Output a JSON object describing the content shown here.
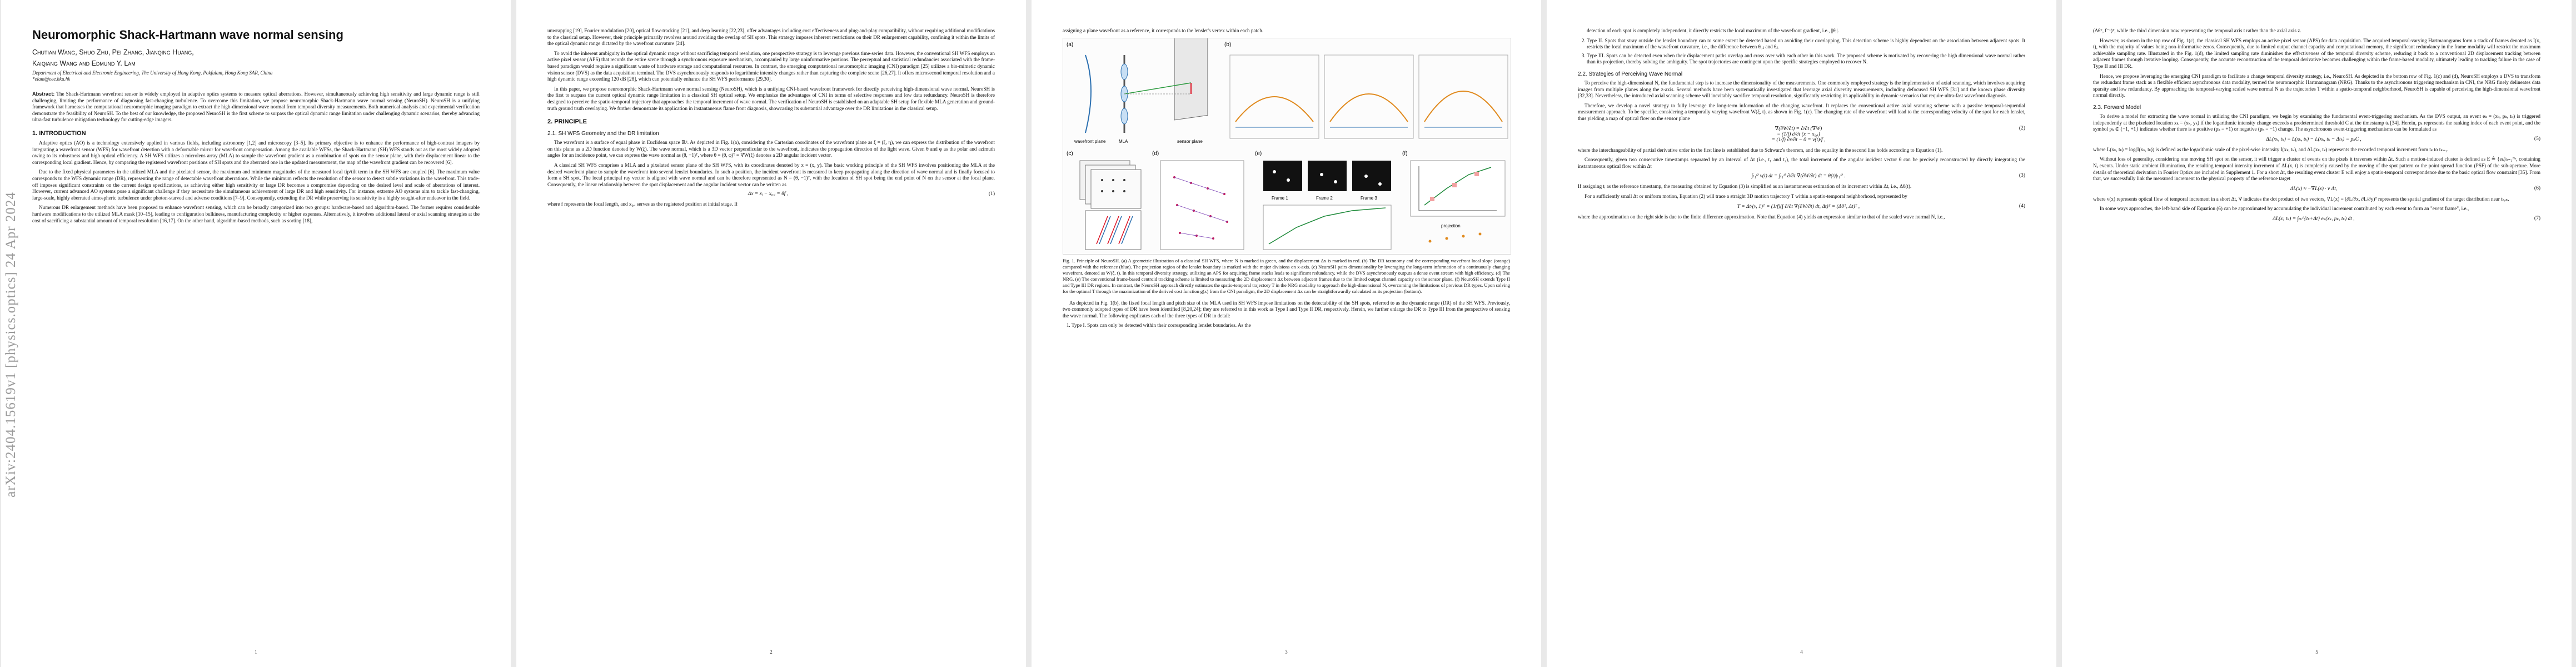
{
  "arxiv_id": "arXiv:2404.15619v1  [physics.optics]  24 Apr 2024",
  "page1": {
    "title": "Neuromorphic Shack-Hartmann wave normal sensing",
    "authors_line1": "Chutian Wang, Shuo Zhu, Pei Zhang, Jianqing Huang,",
    "authors_line2": "Kaiqiang Wang and Edmund Y. Lam",
    "affiliation": "Department of Electrical and Electronic Engineering, The University of Hong Kong, Pokfulam, Hong Kong SAR, China",
    "email": "*elam@eee.hku.hk",
    "abstract_label": "Abstract:",
    "abstract": "The Shack-Hartmann wavefront sensor is widely employed in adaptive optics systems to measure optical aberrations. However, simultaneously achieving high sensitivity and large dynamic range is still challenging, limiting the performance of diagnosing fast-changing turbulence. To overcome this limitation, we propose neuromorphic Shack-Hartmann wave normal sensing (NeuroSH). NeuroSH is a unifying framework that harnesses the computational neuromorphic imaging paradigm to extract the high-dimensional wave normal from temporal diversity measurements. Both numerical analysis and experimental verification demonstrate the feasibility of NeuroSH. To the best of our knowledge, the proposed NeuroSH is the first scheme to surpass the optical dynamic range limitation under challenging dynamic scenarios, thereby advancing ultra-fast turbulence mitigation technology for cutting-edge imagers.",
    "sec1": "1.  INTRODUCTION",
    "intro1": "Adaptive optics (AO) is a technology extensively applied in various fields, including astronomy [1,2] and microscopy [3–5]. Its primary objective is to enhance the performance of high-contrast imagers by integrating a wavefront sensor (WFS) for wavefront detection with a deformable mirror for wavefront compensation. Among the available WFSs, the Shack-Hartmann (SH) WFS stands out as the most widely adopted owing to its robustness and high optical efficiency. A SH WFS utilizes a microlens array (MLA) to sample the wavefront gradient as a combination of spots on the sensor plane, with their displacement linear to the corresponding local gradient. Hence, by comparing the registered wavefront positions of SH spots and the aberrated one in the updated measurement, the map of the wavefront gradient can be recovered [6].",
    "intro2": "Due to the fixed physical parameters in the utilized MLA and the pixelated sensor, the maximum and minimum magnitudes of the measured local tip/tilt term in the SH WFS are coupled [6]. The maximum value corresponds to the WFS dynamic range (DR), representing the range of detectable wavefront aberrations. While the minimum reflects the resolution of the sensor to detect subtle variations in the wavefront. This trade-off imposes significant constraints on the current design specifications, as achieving either high sensitivity or large DR becomes a compromise depending on the desired level and scale of aberrations of interest. However, current advanced AO systems pose a significant challenge if they necessitate the simultaneous achievement of large DR and high sensitivity. For instance, extreme AO systems aim to tackle fast-changing, large-scale, highly aberrated atmospheric turbulence under photon-starved and adverse conditions [7–9]. Consequently, extending the DR while preserving its sensitivity is a highly sought-after endeavor in the field.",
    "intro3": "Numerous DR enlargement methods have been proposed to enhance wavefront sensing, which can be broadly categorized into two groups: hardware-based and algorithm-based. The former requires considerable hardware modifications to the utilized MLA mask [10–15], leading to configuration bulkiness, manufacturing complexity or higher expenses. Alternatively, it involves additional lateral or axial scanning strategies at the cost of sacrificing a substantial amount of temporal resolution [16,17]. On the other hand, algorithm-based methods, such as sorting [18],",
    "page_number": "1"
  },
  "page2": {
    "para1": "unwrapping [19], Fourier modulation [20], optical flow-tracking [21], and deep learning [22,23], offer advantages including cost effectiveness and plug-and-play compatibility, without requiring additional modifications to the classical setup. However, their principle primarily revolves around avoiding the overlap of SH spots. This strategy imposes inherent restrictions on their DR enlargement capability, confining it within the limits of the optical dynamic range dictated by the wavefront curvature [24].",
    "para2": "To avoid the inherent ambiguity in the optical dynamic range without sacrificing temporal resolution, one prospective strategy is to leverage previous time-series data. However, the conventional SH WFS employs an active pixel sensor (APS) that records the entire scene through a synchronous exposure mechanism, accompanied by large uninformative portions. The perceptual and statistical redundancies associated with the frame-based paradigm would require a significant waste of hardware storage and computational resources. In contrast, the emerging computational neuromorphic imaging (CNI) paradigm [25] utilizes a bio-mimetic dynamic vision sensor (DVS) as the data acquisition terminal. The DVS asynchronously responds to logarithmic intensity changes rather than capturing the complete scene [26,27]. It offers microsecond temporal resolution and a high dynamic range exceeding 120 dB [28], which can potentially enhance the SH WFS performance [29,30].",
    "para3": "In this paper, we propose neuromorphic Shack-Hartmann wave normal sensing (NeuroSH), which is a unifying CNI-based wavefront framework for directly perceiving high-dimensional wave normal. NeuroSH is the first to surpass the current optical dynamic range limitation in a classical SH optical setup. We emphasize the advantages of CNI in terms of selective responses and low data redundancy. NeuroSH is therefore designed to perceive the spatio-temporal trajectory that approaches the temporal increment of wave normal. The verification of NeuroSH is established on an adaptable SH setup for flexible MLA generation and ground-truth ground truth overlaying. We further demonstrate its application in instantaneous flame front diagnosis, showcasing its substantial advantage over the DR limitations in the classical setup.",
    "sec2": "2.  PRINCIPLE",
    "sub21": "2.1.  SH WFS Geometry and the DR limitation",
    "para4": "The wavefront is a surface of equal phase in Euclidean space ℝ³. As depicted in Fig. 1(a), considering the Cartesian coordinates of the wavefront plane as ξ = (ξ, η), we can express the distribution of the wavefront on this plane as a 2D function denoted by W(ξ). The wave normal, which is a 3D vector perpendicular to the wavefront, indicates the propagation direction of the light wave. Given θ and φ as the polar and azimuth angles for an incidence point, we can express the wave normal as (θ, −1)ᵀ, where θ = (θ, φ)ᵀ = ∇W(ξ) denotes a 2D angular incident vector.",
    "para5": "A classical SH WFS comprises a MLA and a pixelated sensor plane of the SH WFS, with its coordinates denoted by x = (x, y). The basic working principle of the SH WFS involves positioning the MLA at the desired wavefront plane to sample the wavefront into several lenslet boundaries. In such a position, the incident wavefront is measured to keep propagating along the direction of wave normal and is finally focused to form a SH spot. The local principal ray vector is aligned with wave normal and can be therefore represented as N = (θ, −1)ᵀ, with the location of SH spot being the end point of N on the sensor at the focal plane. Consequently, the linear relationship between the spot displacement and the angular incident vector can be written as",
    "eq1": "Δx = xᵢ − x₀,ᵢ = θf ,",
    "eq1_num": "(1)",
    "para6": "where f represents the focal length, and x₀,ᵢ serves as the registered position at initial stage. If",
    "page_number": "2"
  },
  "page3": {
    "para1": "assigning a plane wavefront as a reference, it corresponds to the lenslet's vertex within each patch.",
    "fig_labels": {
      "a": "(a)",
      "b": "(b)",
      "c": "(c)",
      "d": "(d)",
      "e": "(e)",
      "f": "(f)",
      "frame1": "Frame 1",
      "frame2": "Frame 2",
      "frame3": "Frame 3",
      "t1": "t₁",
      "t2": "t₂",
      "t3": "t₃",
      "t4": "t₄",
      "wavefront": "wavefront plane",
      "mla": "MLA",
      "sensor": "sensor plane",
      "projection": "projection"
    },
    "caption": "Fig. 1. Principle of NeuroSH. (a) A geometric illustration of a classical SH WFS, where N is marked in green, and the displacement Δx is marked in red. (b) The DR taxonomy and the corresponding wavefront local slope (orange) compared with the reference (blue). The projection region of the lenslet boundary is marked with the major divisions on x-axis. (c) NeuroSH pairs dimensionality by leveraging the long-term information of a continuously changing wavefront, denoted as W(ξ, t). In this temporal diversity strategy, utilizing an APS for acquiring frame stacks leads to significant redundancy, while the DVS asynchronously outputs a dense event stream with high efficiency. (d) The NRG. (e) The conventional frame-based centroid tracking scheme is limited to measuring the 2D displacement Δx between adjacent frames due to the limited output channel capacity on the sensor plane. (f) NeuroSH extends Type II and Type III DR regions. In contrast, the NeuroSH approach directly estimates the spatio-temporal trajectory T in the NRG modality to approach the high-dimensional N, overcoming the limitations of previous DR types. Upon solving for the optimal T through the maximization of the derived cost function g(x) from the CNI paradigm, the 2D displacement Δx can be straightforwardly calculated as its projection (bottom).",
    "para2": "As depicted in Fig. 1(b), the fixed focal length and pitch size of the MLA used in SH WFS impose limitations on the detectability of the SH spots, referred to as the dynamic range (DR) of the SH WFS. Previously, two commonly adopted types of DR have been identified [8,20,24]; they are referred to in this work as Type I and Type II DR, respectively. Herein, we further enlarge the DR to Type III from the perspective of sensing the wave normal. The following explicates each of the three types of DR in detail:",
    "list1": "Type I. Spots can only be detected within their corresponding lenslet boundaries. As the",
    "page_number": "3"
  },
  "page4": {
    "para1": "detection of each spot is completely independent, it directly restricts the local maximum of the wavefront gradient, i.e., ||θ||.",
    "list2": "Type II. Spots that stray outside the lenslet boundary can to some extent be detected based on avoiding their overlapping. This detection scheme is highly dependent on the association between adjacent spots. It restricts the local maximum of the wavefront curvature, i.e., the difference between θᵢ,ⱼ and θⱼ.",
    "list3": "Type III. Spots can be detected even when their displacement paths overlap and cross over with each other in this work. The proposed scheme is motivated by recovering the high dimensional wave normal rather than its projection, thereby solving the ambiguity. The spot trajectories are contingent upon the specific strategies employed to recover N.",
    "sub22": "2.2.  Strategies of Perceiving Wave Normal",
    "para2": "To perceive the high-dimensional N, the fundamental step is to increase the dimensionality of the measurements. One commonly employed strategy is the implementation of axial scanning, which involves acquiring images from multiple planes along the z-axis. Several methods have been systematically investigated that leverage axial diversity measurements, including defocused SH WFS [31] and the known phase diversity [32,33]. Nevertheless, the introduced axial scanning scheme will inevitably sacrifice temporal resolution, significantly restricting its applicability in dynamic scenarios that require ultra-fast wavefront diagnosis.",
    "para3": "Therefore, we develop a novel strategy to fully leverage the long-term information of the changing wavefront. It replaces the conventional active axial scanning scheme with a passive temporal-sequential measurement approach. To be specific, considering a temporally varying wavefront W(ξ, t), as shown in Fig. 1(c). The changing rate of the wavefront will lead to the corresponding velocity of the spot for each lenslet, thus yielding a map of optical flow on the sensor plane",
    "eq2a": "∇(∂W/∂t) = ∂/∂t (∇W)",
    "eq2b": "= (1/f) ∂/∂t (x − x₀,ᵢ)",
    "eq2c": "= (1/f) ∂x/∂t − 0 = v(t)/f ,",
    "eq2_num": "(2)",
    "para4": "where the interchangeability of partial derivative order in the first line is established due to Schwarz's theorem, and the equality in the second line holds according to Equation (1).",
    "para5": "Consequently, given two consecutive timestamps separated by an interval of Δt (i.e., t₁ and t₂), the total increment of the angular incident vector θ can be precisely reconstructed by directly integrating the instantaneous optical flow within Δt",
    "eq3": "∫ₜ₁ᵗ² v(t) dt = ∫ₜ₁ᵗ² ∂/∂t ∇(∂W/∂t) dt = θ(t)|ₜ₁ᵗ² .",
    "eq3_num": "(3)",
    "para6": "If assigning tᵢ as the reference timestamp, the measuring obtained by Equation (3) is simplified as an instantaneous estimation of its increment within Δt, i.e., Δθ(t).",
    "para7": "For a sufficiently small Δt or uniform motion, Equation (2) will trace a straight 3D motion trajectory T within a spatio-temporal neighborhood, represented by",
    "eq4": "T = Δt·(v, 1)ᵀ = (1/f)(∫ ∂/∂t ∇(∂W/∂t) dt, Δt)ᵀ = (Δθᵀ, Δt)ᵀ ,",
    "eq4_num": "(4)",
    "para8": "where the approximation on the right side is due to the finite difference approximation. Note that Equation (4) yields an expression similar to that of the scaled wave normal N, i.e.,",
    "page_number": "4"
  },
  "page5": {
    "para1": "(Δθᵀ, f⁻¹)ᵀ, while the third dimension now representing the temporal axis t rather than the axial axis z.",
    "para2": "However, as shown in the top row of Fig. 1(c), the classical SH WFS employs an active pixel sensor (APS) for data acquisition. The acquired temporal-varying Hartmanngrams form a stack of frames denoted as I(x, t), with the majority of values being non-informative zeros. Consequently, due to limited output channel capacity and computational memory, the significant redundancy in the frame modality will restrict the maximum achievable sampling rate. Illustrated in the Fig. 1(d), the limited sampling rate diminishes the effectiveness of the temporal diversity scheme, reducing it back to a conventional 2D displacement tracking between adjacent frames through iterative looping. Consequently, the accurate reconstruction of the temporal derivative becomes challenging within the frame-based modality, ultimately leading to tracking failure in the case of Type II and III DR.",
    "para3": "Hence, we propose leveraging the emerging CNI paradigm to facilitate a change temporal diversity strategy, i.e., NeuroSH. As depicted in the bottom row of Fig. 1(c) and (d), NeuroSH employs a DVS to transform the redundant frame stack as a flexible efficient asynchronous data modality, termed the neuromorphic Hartmanngram (NRG). Thanks to the asynchronous triggering mechanism in CNI, the NRG finely delineates data sparsity and low redundancy. By approaching the temporal-varying scaled wave normal N as the trajectories T within a spatio-temporal neighborhood, NeuroSH is capable of perceiving the high-dimensional wavefront normal directly.",
    "sub23": "2.3.  Forward Model",
    "para4": "To derive a model for extracting the wave normal in utilizing the CNI paradigm, we begin by examining the fundamental event-triggering mechanism. As the DVS output, an event eₖ = (xₖ, pₖ, tₖ) is triggered independently at the pixelated location xₖ = (xₖ, yₖ) if the logarithmic intensity change exceeds a predetermined threshold C at the timestamp tₖ [34]. Herein, pₖ represents the ranking index of each event point, and the symbol pₖ ∈ {−1, +1} indicates whether there is a positive (pₖ = +1) or negative (pₖ = −1) change. The asynchronous event-triggering mechanisms can be formulated as",
    "eq5": "ΔL(xₖ, tₖ) = L(xₖ, tₖ) − L(xₖ, tₖ − Δtₖ) = pₖC ,",
    "eq5_num": "(5)",
    "para5": "where L(xₖ, tₖ) = log(I(xₖ, tₖ)) is defined as the logarithmic scale of the pixel-wise intensity I(xₖ, tₖ), and ΔL(xₖ, tₖ) represents the recorded temporal increment from tₖ to tₖ₊₁.",
    "para6": "Without loss of generality, considering one moving SH spot on the sensor, it will trigger a cluster of events on the pixels it traverses within Δt. Such a motion-induced cluster is defined as E ≜ {eₖ}ₖ₌₁ᴺᵉ, containing Nₑ events. Under static ambient illumination, the resulting temporal intensity increment of ΔL(x, t) is completely caused by the moving of the spot pattern or the point spread function (PSF) of the sub-aperture. More details of theoretical derivation in Fourier Optics are included in Supplement 1. For a short Δt, the resulting event cluster E will enjoy a spatio-temporal correspondence due to the basic optical flow constraint [35]. From that, we successfully link the measured increment to the physical property of the reference target",
    "eq6": "ΔL(x) ≈ −∇L(x) · v Δt,",
    "eq6_num": "(6)",
    "para7": "where v(x) represents optical flow of temporal increment in a short Δt, ∇ indicates the dot product of two vectors, ∇L(x) = (∂L/∂x, ∂L/∂y)ᵀ represents the spatial gradient of the target distribution near tₖ,ₙ.",
    "para8": "In some ways approaches, the left-hand side of Equation (6) can be approximated by accumulating the individual increment contributed by each event to form an \"event frame\", i.e.,",
    "eq7": "ΔL(x; tₖ) = ∫ₜₖ^{tₖ+Δt} eₖ(xₖ, pₖ, tₖ) dt ,",
    "eq7_num": "(7)",
    "page_number": "5"
  }
}
